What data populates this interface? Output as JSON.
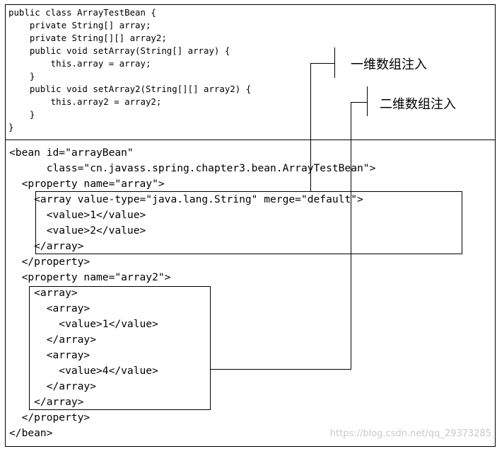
{
  "java_code": [
    "public class ArrayTestBean {",
    "    private String[] array;",
    "    private String[][] array2;",
    "    public void setArray(String[] array) {",
    "        this.array = array;",
    "    }",
    "    public void setArray2(String[][] array2) {",
    "        this.array2 = array2;",
    "    }",
    "}"
  ],
  "xml_code": [
    "<bean id=\"arrayBean\"",
    "      class=\"cn.javass.spring.chapter3.bean.ArrayTestBean\">",
    "  <property name=\"array\">",
    "    <array value-type=\"java.lang.String\" merge=\"default\">",
    "      <value>1</value>",
    "      <value>2</value>",
    "    </array>",
    "  </property>",
    "  <property name=\"array2\">",
    "    <array>",
    "      <array>",
    "        <value>1</value>",
    "      </array>",
    "      <array>",
    "        <value>4</value>",
    "      </array>",
    "    </array>",
    "  </property>",
    "</bean>"
  ],
  "annotations": {
    "one_dim": "一维数组注入",
    "two_dim": "二维数组注入"
  },
  "watermark": "https://blog.csdn.net/qq_29373285"
}
